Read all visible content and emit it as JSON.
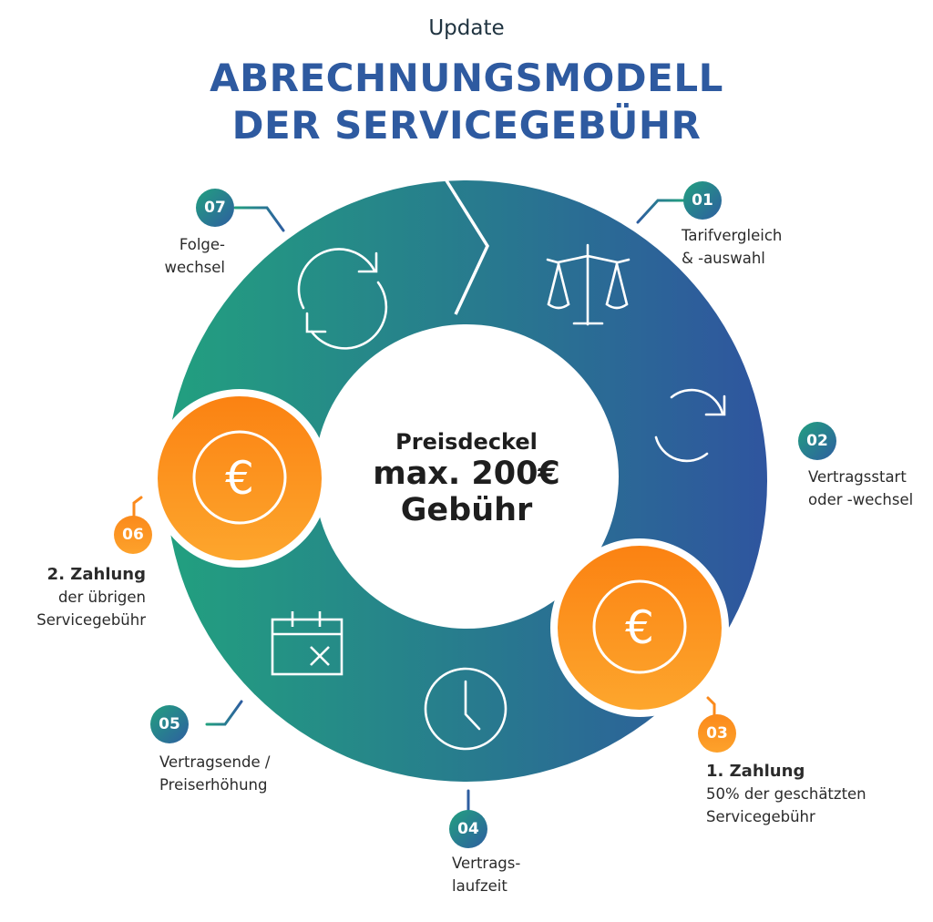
{
  "header": {
    "subtitle": "Update",
    "title_line1": "ABRECHNUNGSMODELL",
    "title_line2": "DER SERVICEGEBÜHR"
  },
  "center": {
    "line1": "Preisdeckel",
    "line2": "max. 200€",
    "line3": "Gebühr"
  },
  "colors": {
    "title_blue": "#2e5aa0",
    "ring_teal": "#22a07f",
    "ring_blue": "#2f579f",
    "orange": "#fb8a1c"
  },
  "steps": [
    {
      "num": "01",
      "line1": "Tarifvergleich",
      "line2": "& -auswahl",
      "icon": "scales-icon"
    },
    {
      "num": "02",
      "line1": "Vertragsstart",
      "line2": "oder -wechsel",
      "icon": "refresh-icon"
    },
    {
      "num": "03",
      "title": "1. Zahlung",
      "line1": "50% der geschätzten",
      "line2": "Servicegebühr",
      "icon": "euro-icon"
    },
    {
      "num": "04",
      "line1": "Vertrags-",
      "line2": "laufzeit",
      "icon": "clock-icon"
    },
    {
      "num": "05",
      "line1": "Vertragsende /",
      "line2": "Preiserhöhung",
      "icon": "calendar-cancel-icon"
    },
    {
      "num": "06",
      "title": "2. Zahlung",
      "line1": "der übrigen",
      "line2": "Servicegebühr",
      "icon": "euro-icon"
    },
    {
      "num": "07",
      "line1": "Folge-",
      "line2": "wechsel",
      "icon": "refresh-icon"
    }
  ]
}
